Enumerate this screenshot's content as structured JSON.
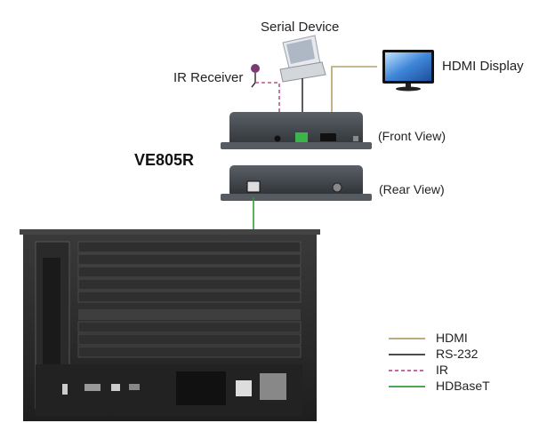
{
  "labels": {
    "serial_device": "Serial Device",
    "ir_receiver": "IR Receiver",
    "hdmi_display": "HDMI Display",
    "front_view": "(Front View)",
    "rear_view": "(Rear View)",
    "model": "VE805R"
  },
  "legend": [
    {
      "label": "HDMI",
      "color": "#b5a06a",
      "style": "solid"
    },
    {
      "label": "RS-232",
      "color": "#333333",
      "style": "solid"
    },
    {
      "label": "IR",
      "color": "#c2508f",
      "style": "dashed"
    },
    {
      "label": "HDBaseT",
      "color": "#2f9c3a",
      "style": "solid"
    }
  ],
  "colors": {
    "hdmi": "#b5a06a",
    "rs232": "#333333",
    "ir": "#c2508f",
    "hdbaset": "#2f9c3a",
    "device_body": "#3a3f44",
    "chassis": "#2b2b2b"
  }
}
